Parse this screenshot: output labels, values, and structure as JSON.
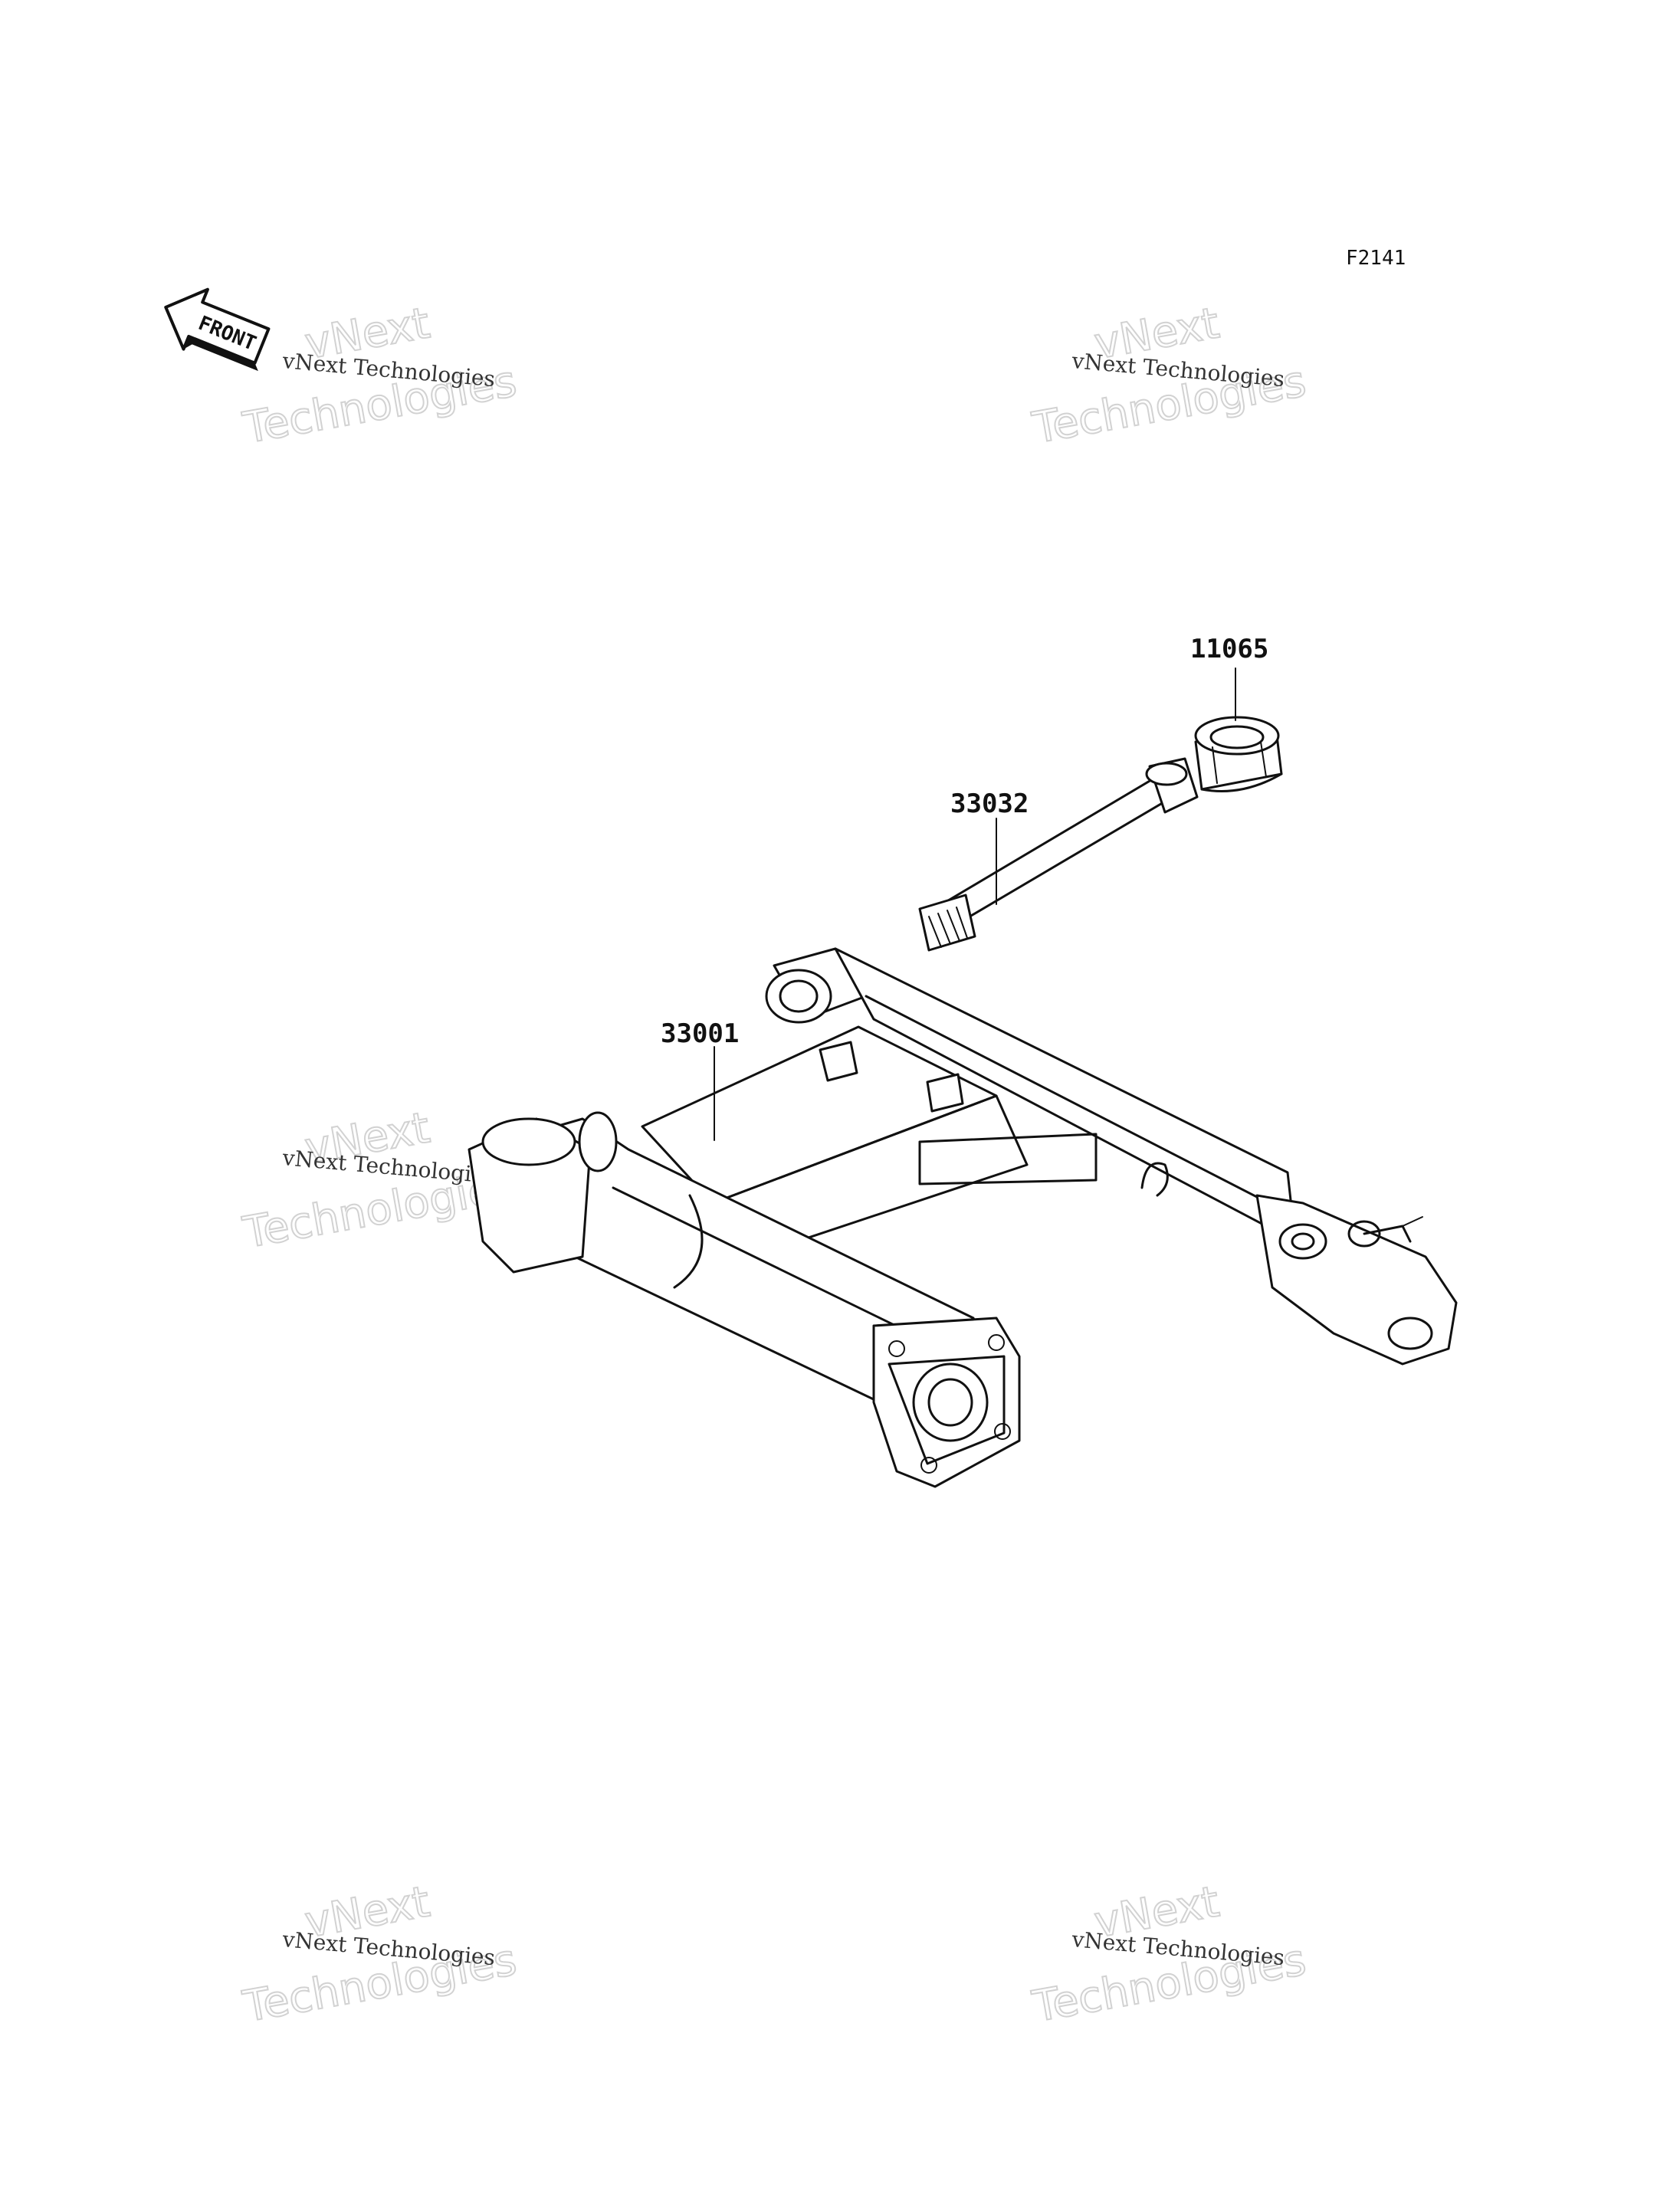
{
  "diagram": {
    "id": "F2141",
    "front_label": "FRONT",
    "parts": [
      {
        "number": "11065"
      },
      {
        "number": "33032"
      },
      {
        "number": "33001"
      }
    ]
  },
  "watermarks": {
    "small_text": "vNext Technologies",
    "big_line1": "vNext",
    "big_line2": "Technologies"
  }
}
